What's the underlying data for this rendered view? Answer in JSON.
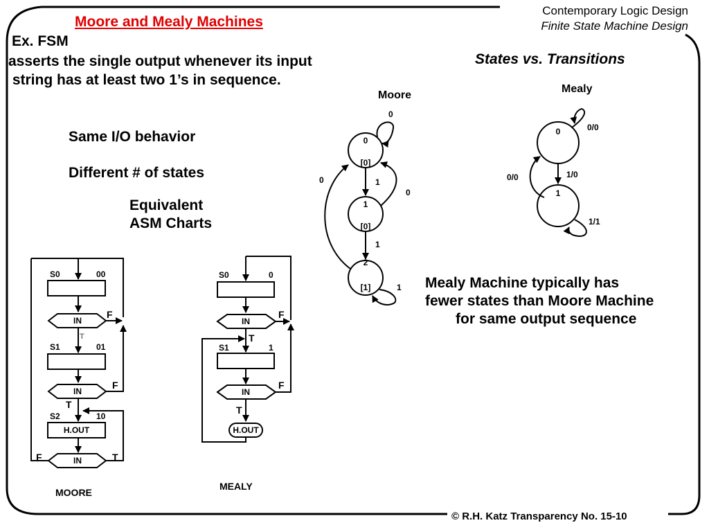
{
  "slide": {
    "title": "Moore and Mealy Machines",
    "header_line1": "Contemporary Logic Design",
    "header_line2": "Finite State Machine Design",
    "example_label": "Ex. FSM",
    "desc_line1": "asserts the single output whenever its input",
    "desc_line2": " string has at least two 1’s in sequence.",
    "subtitle": "States vs. Transitions",
    "point1": "Same I/O behavior",
    "point2": "Different # of states",
    "point3_line1": "Equivalent",
    "point3_line2": "ASM Charts",
    "mealy_note_line1": "Mealy Machine typically has",
    "mealy_note_line2": "fewer states than Moore Machine",
    "mealy_note_line3": "for same output sequence",
    "footer": "© R.H. Katz   Transparency No. 15-10"
  },
  "moore_diagram": {
    "label": "Moore",
    "states": [
      {
        "name": "0",
        "output": "[0]"
      },
      {
        "name": "1",
        "output": "[0]"
      },
      {
        "name": "2",
        "output": "[1]"
      }
    ],
    "transition_labels": {
      "s0_self": "0",
      "s0_to_s1": "1",
      "s1_to_s0": "0",
      "s2_to_s0": "0",
      "s1_to_s2": "1",
      "s2_self": "1"
    }
  },
  "mealy_diagram": {
    "label": "Mealy",
    "states": [
      {
        "name": "0"
      },
      {
        "name": "1"
      }
    ],
    "transition_labels": {
      "s0_self": "0/0",
      "s0_to_s1": "1/0",
      "s1_to_s0": "0/0",
      "s1_self": "1/1"
    }
  },
  "moore_asm": {
    "caption": "MOORE",
    "states": [
      {
        "name": "S0",
        "code": "00",
        "action": ""
      },
      {
        "name": "S1",
        "code": "01",
        "action": ""
      },
      {
        "name": "S2",
        "code": "10",
        "action": "H.OUT"
      }
    ],
    "decision_label": "IN",
    "true_label": "T",
    "false_label": "F"
  },
  "mealy_asm": {
    "caption": "MEALY",
    "states": [
      {
        "name": "S0",
        "code": "0"
      },
      {
        "name": "S1",
        "code": "1"
      }
    ],
    "decision_label": "IN",
    "conditional_output": "H.OUT",
    "true_label": "T",
    "false_label": "F"
  }
}
